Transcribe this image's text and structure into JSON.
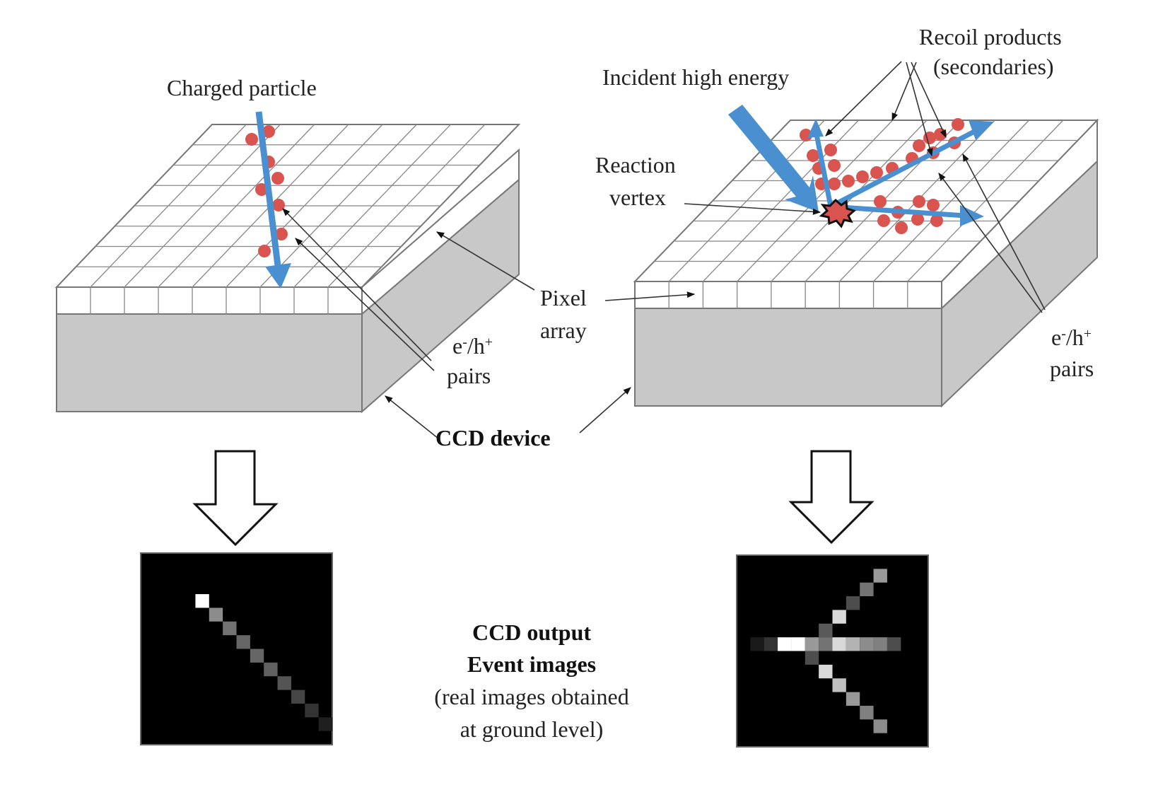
{
  "labels": {
    "charged_particle": "Charged particle",
    "incident": "Incident high energy",
    "recoil_line1": "Recoil products",
    "recoil_line2": "(secondaries)",
    "reaction_line1": "Reaction",
    "reaction_line2": "vertex",
    "pixel_line1": "Pixel",
    "pixel_line2": "array",
    "pairs_left_base_e": "e",
    "pairs_left_sup_e": "-",
    "pairs_left_slash": "/h",
    "pairs_left_sup_h": "+",
    "pairs_left_line2": "pairs",
    "pairs_right_base_e": "e",
    "pairs_right_sup_e": "-",
    "pairs_right_slash": "/h",
    "pairs_right_sup_h": "+",
    "pairs_right_line2": "pairs",
    "ccd_device": "CCD device",
    "output_line1": "CCD output",
    "output_line2": "Event images",
    "output_line3": "(real images obtained",
    "output_line4": "at ground level)"
  },
  "colors": {
    "track_arrow": "#4a90d0",
    "charge_dot": "#d9534f",
    "device_side": "#c8c8c8",
    "pixel_face": "#ffffff",
    "grid_line": "#888888",
    "event_bg": "#000000"
  },
  "event_images": {
    "left": {
      "grid": 14,
      "pixels": [
        [
          3,
          4,
          1.0
        ],
        [
          4,
          5,
          0.55
        ],
        [
          5,
          6,
          0.45
        ],
        [
          6,
          7,
          0.4
        ],
        [
          7,
          8,
          0.4
        ],
        [
          8,
          9,
          0.38
        ],
        [
          9,
          10,
          0.33
        ],
        [
          10,
          11,
          0.27
        ],
        [
          11,
          12,
          0.2
        ],
        [
          12,
          13,
          0.12
        ]
      ]
    },
    "right": {
      "grid": 14,
      "pixels": [
        [
          1,
          10,
          0.6
        ],
        [
          2,
          9,
          0.45
        ],
        [
          3,
          8,
          0.3
        ],
        [
          4,
          7,
          0.85
        ],
        [
          5,
          6,
          0.35
        ],
        [
          6,
          1,
          0.1
        ],
        [
          6,
          2,
          0.2
        ],
        [
          6,
          3,
          1.0
        ],
        [
          6,
          4,
          1.0
        ],
        [
          6,
          5,
          0.6
        ],
        [
          6,
          6,
          0.45
        ],
        [
          6,
          7,
          0.85
        ],
        [
          6,
          8,
          0.7
        ],
        [
          6,
          9,
          0.55
        ],
        [
          6,
          10,
          0.5
        ],
        [
          6,
          11,
          0.3
        ],
        [
          7,
          5,
          0.3
        ],
        [
          8,
          6,
          0.85
        ],
        [
          9,
          7,
          0.75
        ],
        [
          10,
          8,
          0.6
        ],
        [
          11,
          9,
          0.5
        ],
        [
          12,
          10,
          0.55
        ]
      ]
    }
  }
}
